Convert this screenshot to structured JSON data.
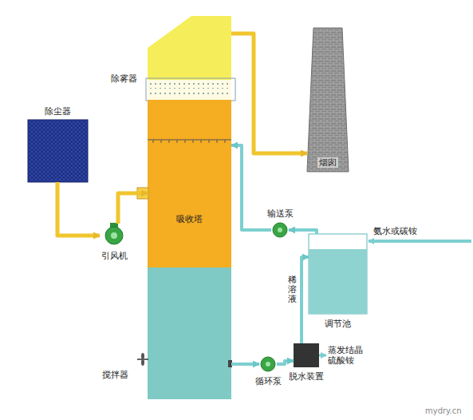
{
  "diagram": {
    "nodes": [
      {
        "text": [
          "除尘器"
        ]
      },
      {
        "text": [
          "引风机"
        ]
      },
      {
        "text": [
          "吸收塔"
        ]
      },
      {
        "text": [
          "烟囱"
        ]
      },
      {
        "text": [
          "输送泵"
        ]
      },
      {
        "text": [
          "调节池"
        ]
      },
      {
        "text": [
          "循环泵"
        ]
      },
      {
        "text": [
          "脱水装置"
        ]
      }
    ],
    "edges": [
      {
        "from": 0,
        "to": 1,
        "arrow": "to"
      },
      {
        "from": 1,
        "to": 2,
        "arrow": "to"
      },
      {
        "from": 2,
        "to": 3,
        "arrow": "to"
      },
      {
        "from": 5,
        "to": 4,
        "arrow": "to"
      },
      {
        "from": 4,
        "to": 2,
        "arrow": "to"
      },
      {
        "from": 2,
        "to": 6,
        "arrow": "to"
      },
      {
        "from": 6,
        "to": 7,
        "arrow": "to"
      },
      {
        "from": 7,
        "to": 5,
        "label": "稀溶液",
        "arrow": "to"
      }
    ],
    "labels": [
      "除雾器",
      "搅拌器",
      "氨水或碳铵",
      "蒸发结晶 硫酸铵",
      "mydry.cn"
    ]
  }
}
